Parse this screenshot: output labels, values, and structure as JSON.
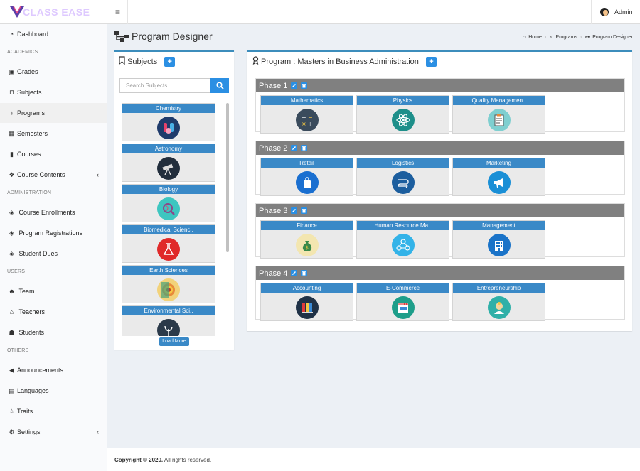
{
  "app": {
    "logo_text": "CLASS EASE",
    "user_name": "Admin"
  },
  "sidebar": {
    "items": [
      {
        "label": "Dashboard",
        "icon": "dashboard-icon"
      },
      {
        "label": "Grades",
        "icon": "grades-icon"
      },
      {
        "label": "Subjects",
        "icon": "bookmark-icon"
      },
      {
        "label": "Programs",
        "icon": "award-icon"
      },
      {
        "label": "Semesters",
        "icon": "calendar-icon"
      },
      {
        "label": "Courses",
        "icon": "book-icon"
      },
      {
        "label": "Course Contents",
        "icon": "cubes-icon"
      },
      {
        "label": "Course Enrollments",
        "icon": "cube-icon"
      },
      {
        "label": "Program Registrations",
        "icon": "cube-icon"
      },
      {
        "label": "Student Dues",
        "icon": "cube-icon"
      },
      {
        "label": "Team",
        "icon": "users-icon"
      },
      {
        "label": "Teachers",
        "icon": "graduation-cap-icon"
      },
      {
        "label": "Students",
        "icon": "students-icon"
      },
      {
        "label": "Announcements",
        "icon": "bullhorn-icon"
      },
      {
        "label": "Languages",
        "icon": "language-icon"
      },
      {
        "label": "Traits",
        "icon": "star-icon"
      },
      {
        "label": "Settings",
        "icon": "cogs-icon"
      }
    ],
    "sections": [
      "ACADEMICS",
      "ADMINISTRATION",
      "USERS",
      "OTHERS"
    ],
    "active": "Programs"
  },
  "header": {
    "title": "Program Designer",
    "breadcrumb": [
      "Home",
      "Programs",
      "Program Designer"
    ]
  },
  "subjects_panel": {
    "title": "Subjects",
    "search_placeholder": "Search Subjects",
    "load_more": "Load More",
    "items": [
      "Chemistry",
      "Astronomy",
      "Biology",
      "Biomedical Scienc..",
      "Earth Sciences",
      "Environmental Sci.."
    ]
  },
  "program_panel": {
    "title": "Program : Masters in Business Administration",
    "phases": [
      {
        "name": "Phase 1",
        "subjects": [
          "Mathematics",
          "Physics",
          "Quality Managemen.."
        ]
      },
      {
        "name": "Phase 2",
        "subjects": [
          "Retail",
          "Logistics",
          "Marketing"
        ]
      },
      {
        "name": "Phase 3",
        "subjects": [
          "Finance",
          "Human Resource Ma..",
          "Management"
        ]
      },
      {
        "name": "Phase 4",
        "subjects": [
          "Accounting",
          "E-Commerce",
          "Entrepreneurship"
        ]
      }
    ]
  },
  "footer": {
    "copyright": "Copyright © 2020.",
    "rights": " All rights reserved."
  },
  "colors": {
    "accent": "#3c8dbc",
    "button": "#2b8fe3",
    "card_label": "#3a89c7",
    "phase_header": "#808080"
  }
}
